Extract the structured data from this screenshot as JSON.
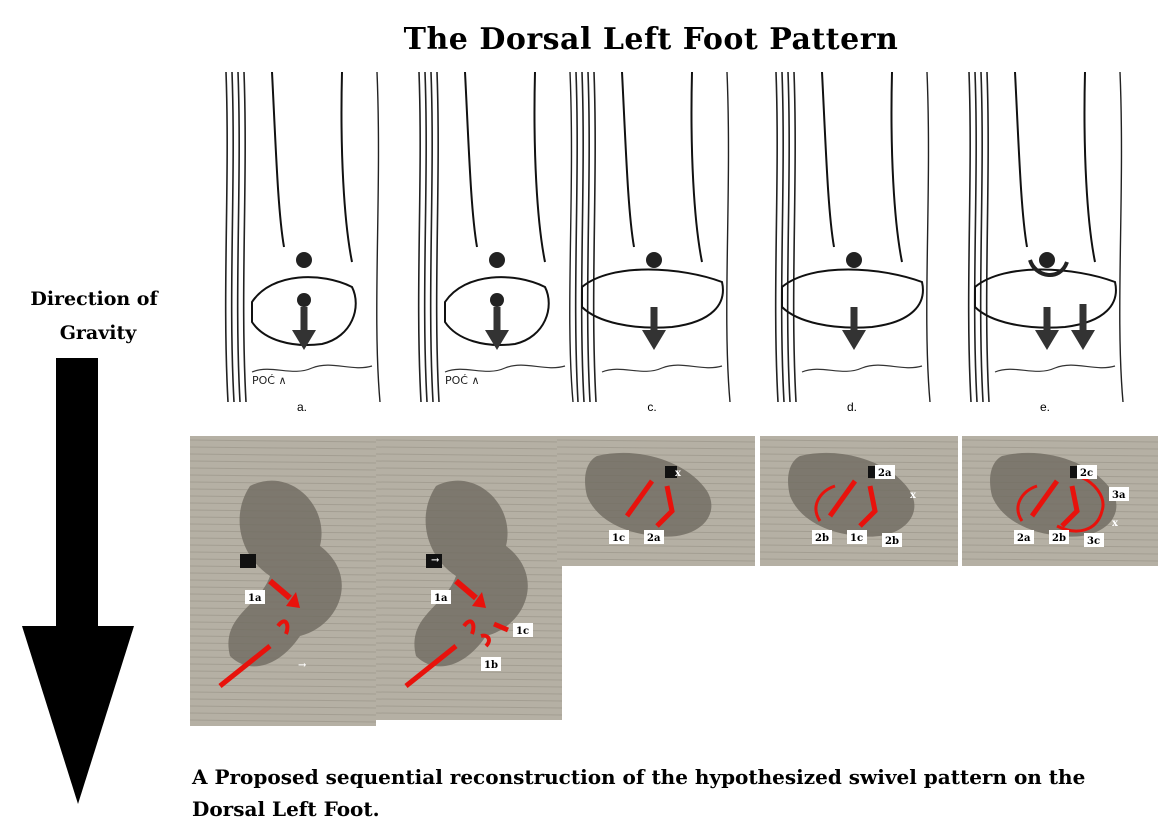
{
  "title": "The Dorsal Left Foot Pattern",
  "gravity": {
    "line1": "Direction of",
    "line2": "Gravity"
  },
  "sketches": [
    {
      "label": "a.",
      "signature": "POĆ ∧"
    },
    {
      "label": "",
      "signature": "POĆ ∧"
    },
    {
      "label": "c."
    },
    {
      "label": "d."
    },
    {
      "label": "e."
    }
  ],
  "photos": [
    {
      "labels": [
        "1a",
        "→"
      ]
    },
    {
      "labels": [
        "1a",
        "1b",
        "1c",
        "→"
      ]
    },
    {
      "labels": [
        "1c",
        "2a",
        "x"
      ]
    },
    {
      "labels": [
        "2b",
        "1c",
        "2a",
        "2b",
        "x"
      ]
    },
    {
      "labels": [
        "2a",
        "2b",
        "2c",
        "3c",
        "3a",
        "x"
      ]
    }
  ],
  "caption": "A Proposed sequential reconstruction of the hypothesized swivel pattern on the Dorsal Left Foot.",
  "colors": {
    "marker": "#e8120c",
    "photo_bg": "#b5b0a4",
    "stain": "#6f6a60"
  }
}
